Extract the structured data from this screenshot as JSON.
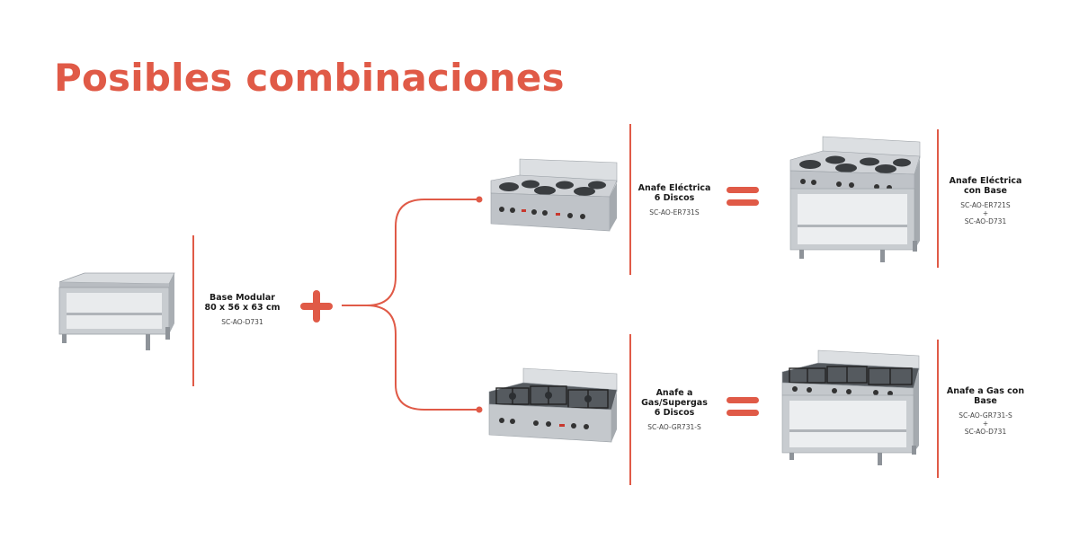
{
  "title": "Posibles combinaciones",
  "colors": {
    "accent": "#e05a47",
    "steel": "#c9ccd0",
    "steel_dark": "#8e9399"
  },
  "base": {
    "name": "Base Modular\n80 x 56 x 63 cm",
    "code": "SC-AO-D731"
  },
  "electric": {
    "name": "Anafe Eléctrica\n6 Discos",
    "code": "SC-AO-ER731S"
  },
  "electric_combo": {
    "name": "Anafe Eléctrica\ncon Base",
    "code": "SC-AO-ER721S\n+\nSC-AO-D731"
  },
  "gas": {
    "name": "Anafe a\nGas/Supergas\n6 Discos",
    "code": "SC-AO-GR731-S"
  },
  "gas_combo": {
    "name": "Anafe a Gas con\nBase",
    "code": "SC-AO-GR731-S\n+\nSC-AO-D731"
  },
  "icons": {
    "plus": "plus-icon",
    "equals": "equals-icon"
  }
}
